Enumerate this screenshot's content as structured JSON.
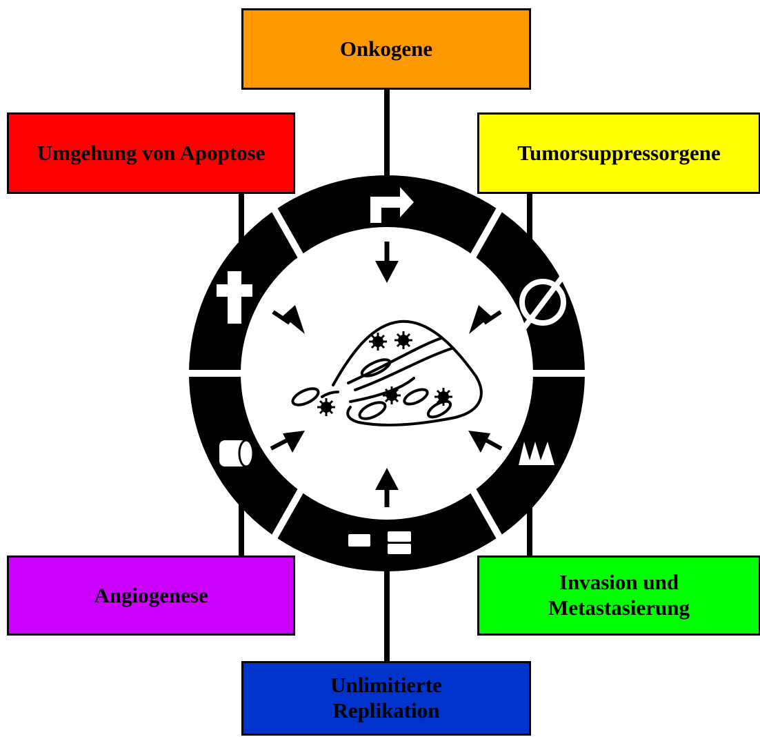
{
  "boxes": {
    "onkogene": {
      "label": "Onkogene",
      "color": "#ff9900"
    },
    "apoptose": {
      "label": "Umgehung von Apoptose",
      "color": "#ff0000"
    },
    "tumorsuppressor": {
      "label": "Tumorsuppressorgene",
      "color": "#ffff00"
    },
    "angiogenese": {
      "label": "Angiogenese",
      "color": "#cc00ff"
    },
    "invasion": {
      "label": "Invasion und\nMetastasierung",
      "color": "#00ff00"
    },
    "replikation": {
      "label": "Unlimitierte\nReplikation",
      "color": "#0033cc"
    }
  },
  "icons": [
    "turn-arrow-icon",
    "null-set-icon",
    "sawtooth-icon",
    "split-bars-icon",
    "cylinder-icon",
    "cross-icon",
    "tumor-cell-icon",
    "burst-icon"
  ],
  "colors": {
    "ring": "#000000",
    "background": "#ffffff",
    "outline": "#000000"
  }
}
